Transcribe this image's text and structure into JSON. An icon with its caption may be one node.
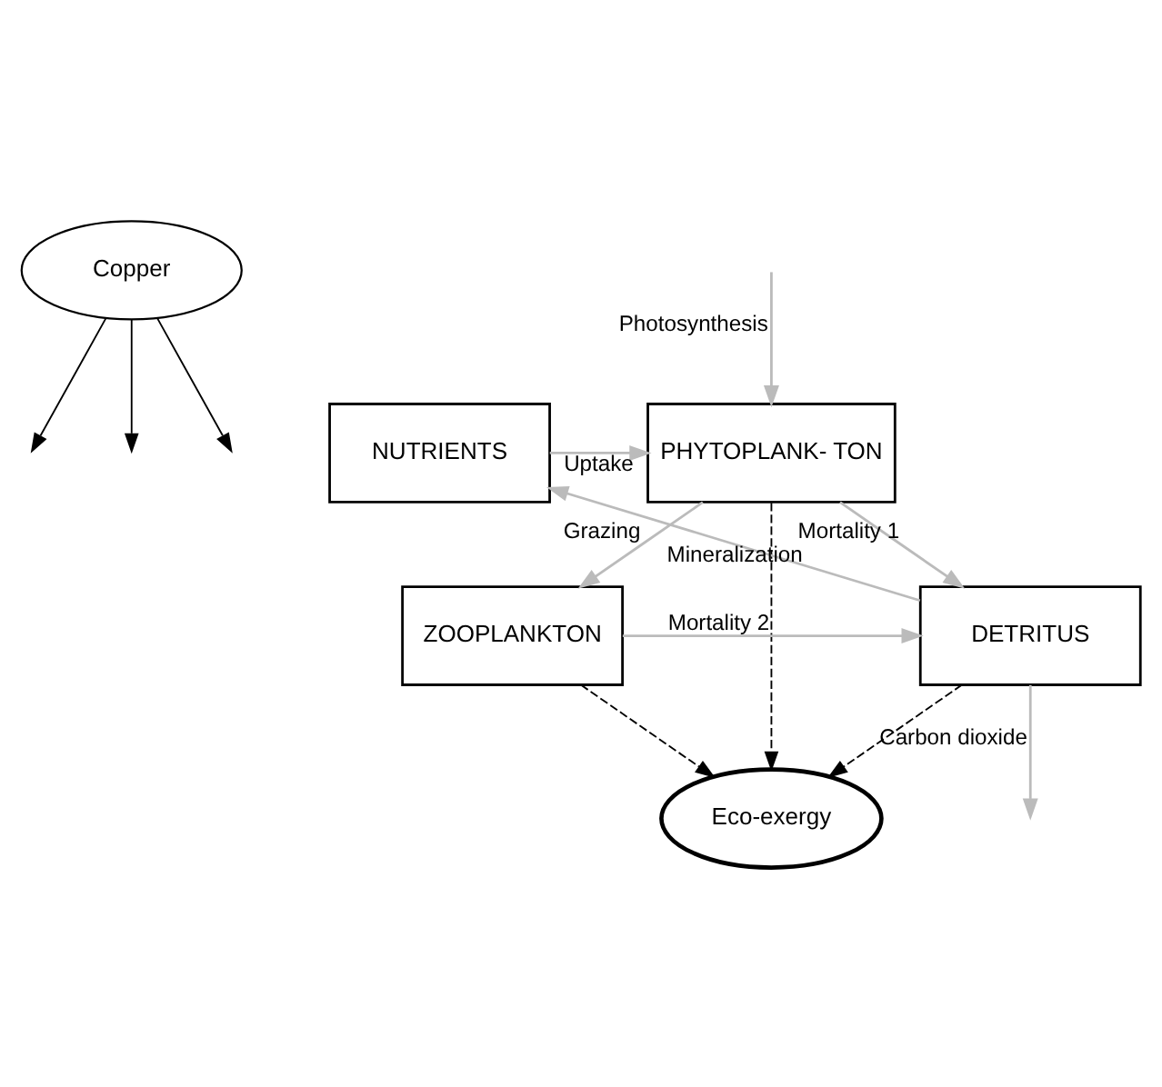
{
  "diagram": {
    "nodes": [
      {
        "text": [
          "Copper"
        ]
      },
      {
        "text": [
          "NUTRIENTS"
        ]
      },
      {
        "text": [
          "PHYTOPLANK- TON"
        ]
      },
      {
        "text": [
          "DETRITUS"
        ]
      },
      {
        "text": [
          "ZOOPLANKTON"
        ]
      },
      {
        "text": [
          "Eco-exergy"
        ]
      }
    ],
    "edges": [
      {
        "from": null,
        "to": 2,
        "arrow": "to",
        "label": "Photosynthesis"
      },
      {
        "from": 0,
        "to": null,
        "arrow": "to",
        "color": "#000000"
      },
      {
        "from": 0,
        "to": null,
        "arrow": "to",
        "color": "#000000"
      },
      {
        "from": 0,
        "to": null,
        "arrow": "to",
        "color": "#000000"
      },
      {
        "from": 1,
        "to": 2,
        "arrow": "to",
        "label": "Uptake"
      },
      {
        "from": 3,
        "to": 1,
        "arrow": "to",
        "label": "Mineralization"
      },
      {
        "from": 2,
        "to": 3,
        "arrow": "to",
        "label": "Mortality 1"
      },
      {
        "from": 2,
        "to": 4,
        "arrow": "to",
        "label": "Grazing"
      },
      {
        "from": 4,
        "to": 3,
        "arrow": "to",
        "label": "Mortality 2"
      },
      {
        "from": 3,
        "to": null,
        "arrow": "to",
        "label": "Carbon dioxide"
      },
      {
        "from": 3,
        "to": 5,
        "arrow": "to",
        "style": "dashed",
        "color": "#000000"
      },
      {
        "from": 2,
        "to": 5,
        "arrow": "to",
        "style": "dashed",
        "color": "#000000"
      },
      {
        "from": 4,
        "to": 5,
        "arrow": "to",
        "style": "dashed",
        "color": "#000000"
      }
    ]
  }
}
